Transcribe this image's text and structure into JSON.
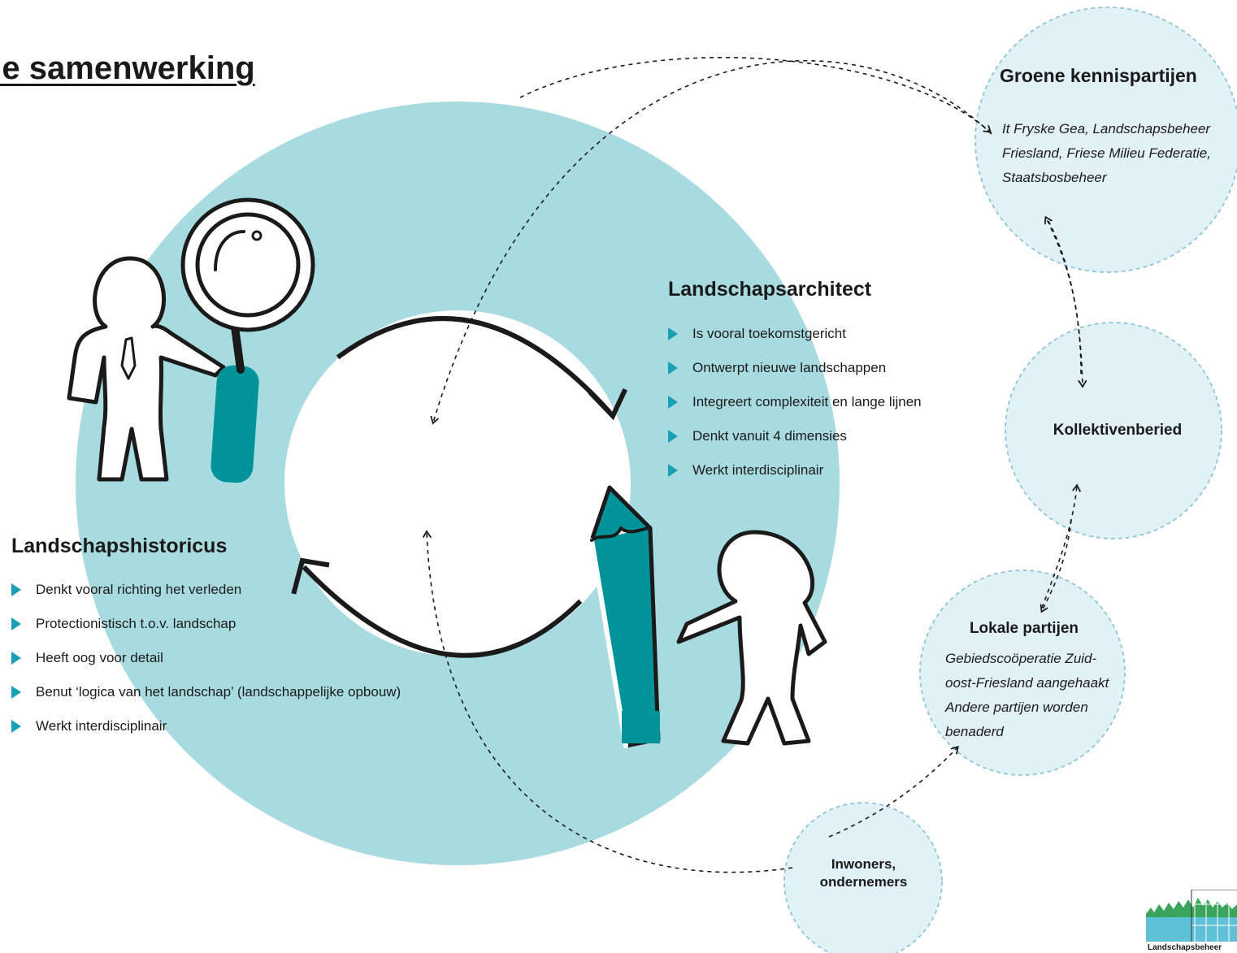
{
  "title": "de samenwerking",
  "landschapsarchitect": {
    "heading": "Landschapsarchitect",
    "items": [
      "Is vooral toekomstgericht",
      "Ontwerpt nieuwe landschappen",
      "Integreert complexiteit en lange lijnen",
      "Denkt vanuit 4 dimensies",
      "Werkt interdisciplinair"
    ]
  },
  "landschapshistoricus": {
    "heading": "Landschapshistoricus",
    "items": [
      "Denkt vooral richting het verleden",
      "Protectionistisch t.o.v. landschap",
      "Heeft oog voor detail",
      "Benut ‘logica van het landschap’ (landschappelijke opbouw)",
      "Werkt interdisciplinair"
    ]
  },
  "groene": {
    "heading": "Groene kennispartijen",
    "lines": [
      "It Fryske Gea, Landschapsbeheer",
      "Friesland, Friese Milieu Federatie,",
      "Staatsbosbeheer"
    ]
  },
  "kollektiven": {
    "label": "Kollektivenberied"
  },
  "lokale": {
    "heading": "Lokale partijen",
    "lines": [
      "Gebiedscoöperatie Zuid-",
      "oost-Friesland aangehaakt",
      "Andere partijen worden",
      "benaderd"
    ]
  },
  "inwoners": {
    "lines": [
      "Inwoners,",
      "ondernemers"
    ]
  },
  "logo": {
    "text": "Landschapsbeheer"
  },
  "colors": {
    "big_circle": "#a8dbe0",
    "small_circle": "#e1f1f7",
    "dash_border": "#8fc6d3",
    "accent_teal": "#00949a",
    "bullet_teal": "#19a0b4",
    "line_dark": "#1a1a1a"
  }
}
